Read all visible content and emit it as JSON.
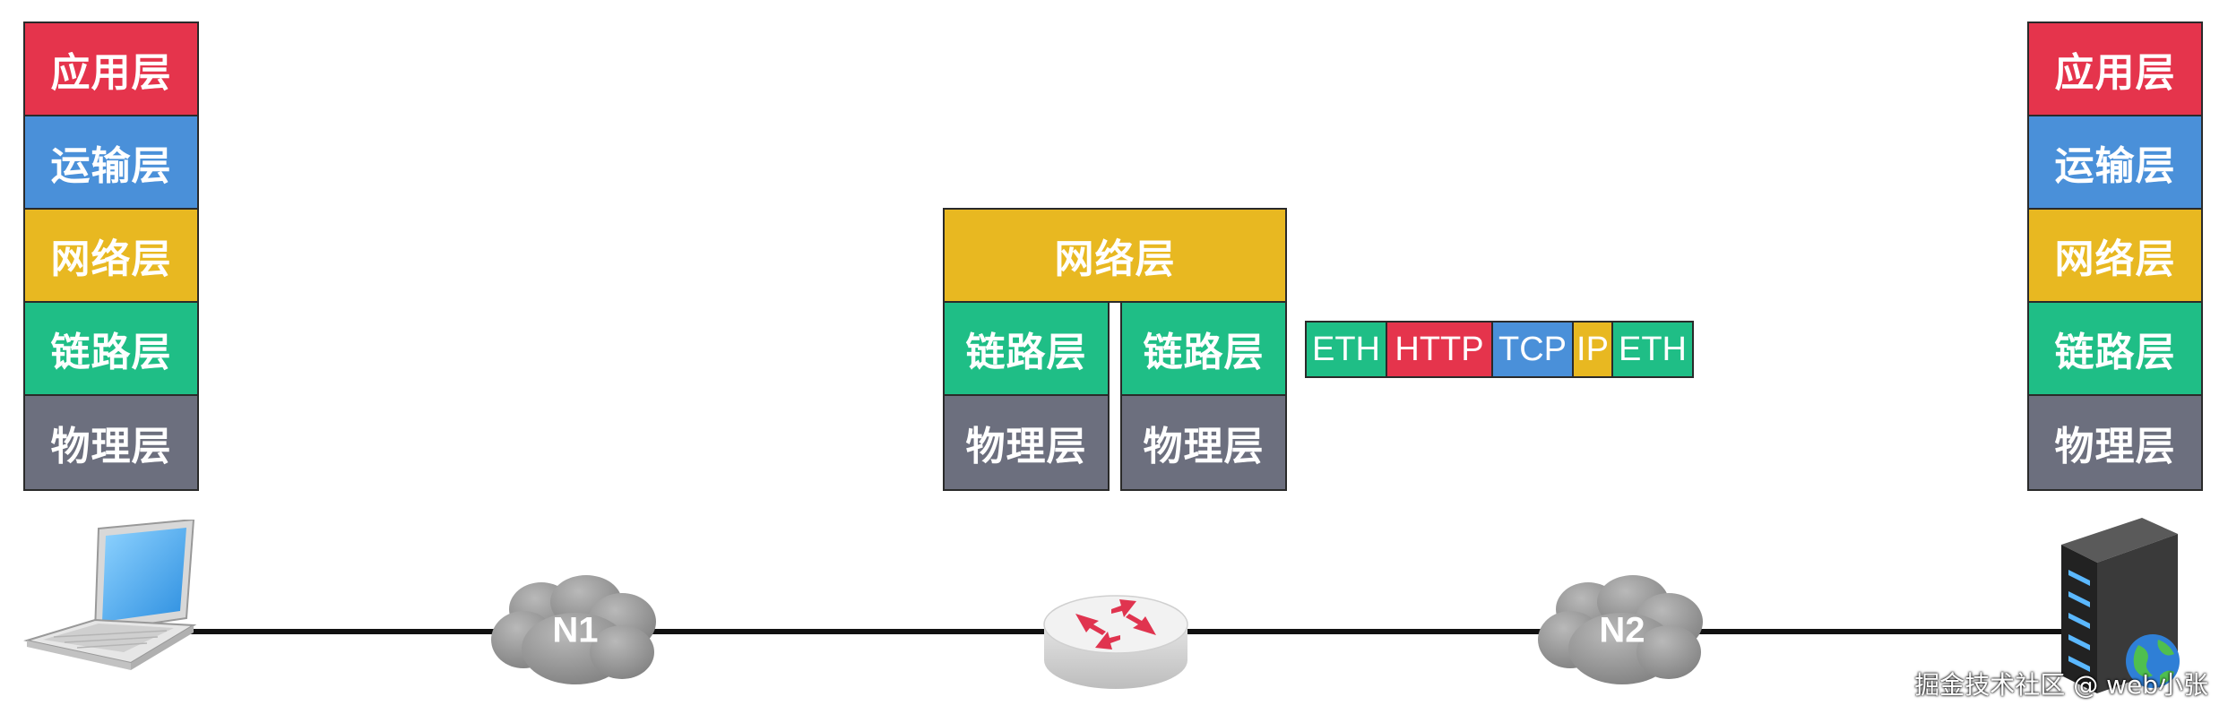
{
  "colors": {
    "application": "#E5344C",
    "transport": "#4A90D9",
    "network": "#E8B821",
    "link": "#1FBE86",
    "physical": "#6C6F7E"
  },
  "left_stack": {
    "application": "应用层",
    "transport": "运输层",
    "network": "网络层",
    "link": "链路层",
    "physical": "物理层"
  },
  "router_stack": {
    "network": "网络层",
    "link_left": "链路层",
    "link_right": "链路层",
    "physical_left": "物理层",
    "physical_right": "物理层"
  },
  "right_stack": {
    "application": "应用层",
    "transport": "运输层",
    "network": "网络层",
    "link": "链路层",
    "physical": "物理层"
  },
  "packet": {
    "eth_header": "ETH",
    "http": "HTTP",
    "tcp": "TCP",
    "ip": "IP",
    "eth_trailer": "ETH"
  },
  "network_labels": {
    "n1": "N1",
    "n2": "N2"
  },
  "icons": {
    "host": "laptop-icon",
    "router": "router-icon",
    "server": "server-icon"
  },
  "watermark": "掘金技术社区 @ web小张"
}
